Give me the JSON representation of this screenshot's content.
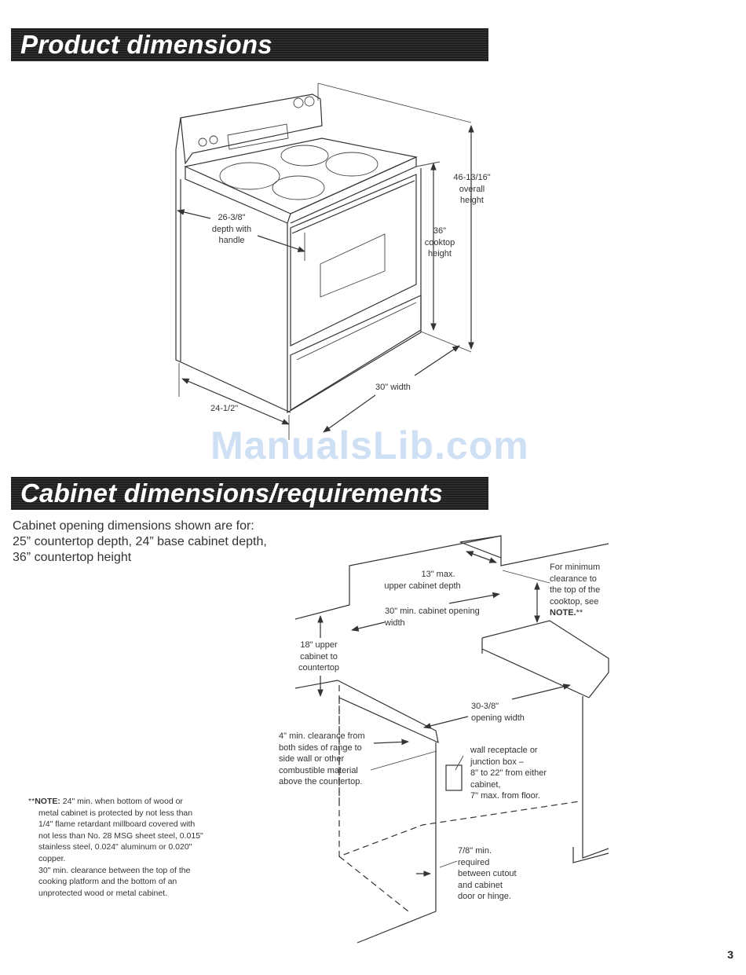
{
  "sections": {
    "product_title": "Product dimensions",
    "cabinet_title": "Cabinet dimensions/requirements"
  },
  "watermark": "ManualsLib.com",
  "product": {
    "overall_height": [
      "46-13/16\"",
      "overall",
      "height"
    ],
    "depth_with_handle": [
      "26-3/8\"",
      "depth with",
      "handle"
    ],
    "cooktop_height": [
      "36\"",
      "cooktop",
      "height"
    ],
    "width": "30\" width",
    "depth": "24-1/2\""
  },
  "cabinet": {
    "intro": [
      "Cabinet opening dimensions shown are for:",
      "25” countertop depth, 24” base cabinet depth,",
      "36” countertop height"
    ],
    "upper_depth": [
      "13\" max.",
      "upper cabinet depth"
    ],
    "min_clearance": [
      "For minimum",
      "clearance to",
      "the top of the",
      "cooktop, see"
    ],
    "min_clearance_note": "NOTE.",
    "min_clearance_stars": "**",
    "opening_width": [
      "30\" min. cabinet opening",
      "width"
    ],
    "upper_to_countertop": [
      "18\" upper",
      "cabinet to",
      "countertop"
    ],
    "opening_width_2": [
      "30-3/8\"",
      "opening width"
    ],
    "side_clearance": [
      "4\" min. clearance from",
      "both sides of range to",
      "side wall or other",
      "combustible material",
      "above the countertop."
    ],
    "receptacle": [
      "wall receptacle or",
      "junction box –",
      "8\" to 22\" from either",
      "cabinet,",
      "7\" max. from floor."
    ],
    "cutout": [
      "7/8\" min.",
      "required",
      "between cutout",
      "and cabinet",
      "door or hinge."
    ]
  },
  "note": {
    "label": "NOTE:",
    "stars": "**",
    "lines": [
      " 24\" min. when bottom of wood or",
      "metal cabinet is protected by not less than",
      "1/4\" flame retardant millboard covered with",
      "not less than No. 28 MSG sheet steel, 0.015\"",
      "stainless steel, 0.024\" aluminum or 0.020\"",
      "copper.",
      "30\" min. clearance between the top of the",
      "cooking platform and the bottom of an",
      "unprotected wood or metal cabinet."
    ]
  },
  "page_number": "3"
}
